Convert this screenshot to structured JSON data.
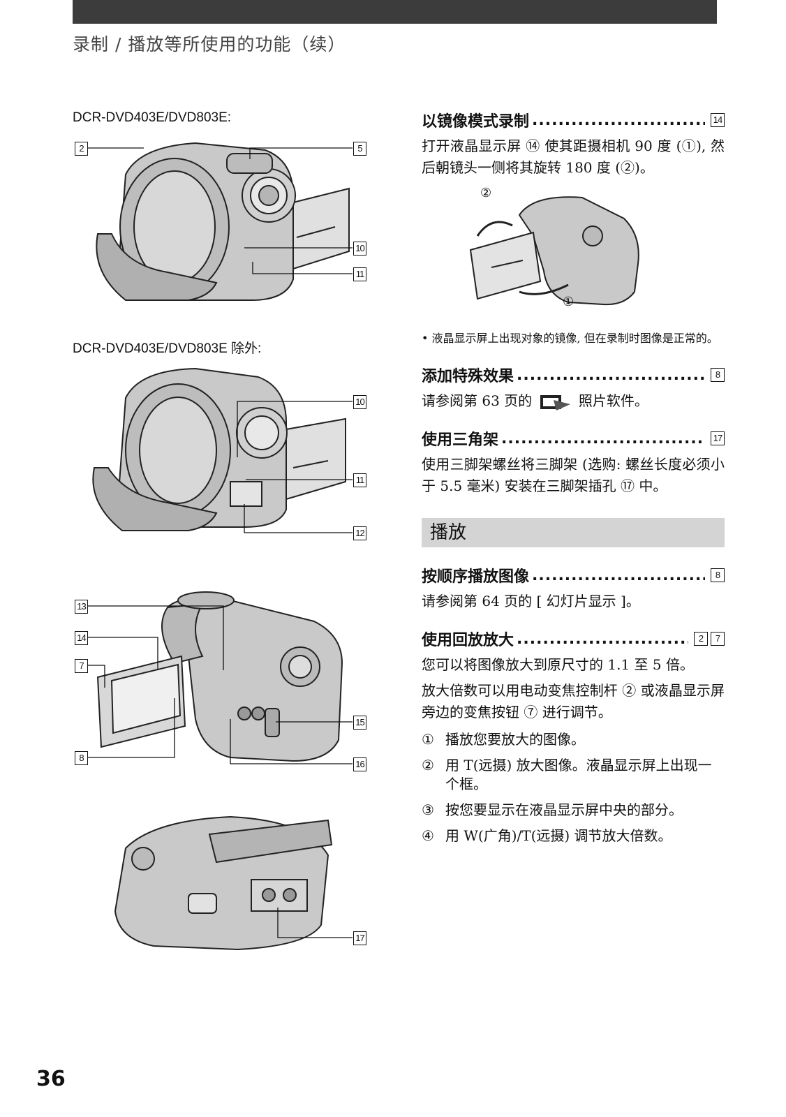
{
  "header": {
    "title": "录制 / 播放等所使用的功能（续）"
  },
  "page_number": "36",
  "left": {
    "model1_label": "DCR-DVD403E/DVD803E:",
    "model2_label": "DCR-DVD403E/DVD803E 除外:",
    "tags": {
      "t2": "2",
      "t5": "5",
      "t10a": "10",
      "t11a": "11",
      "t10b": "10",
      "t11b": "11",
      "t12": "12",
      "t13": "13",
      "t14": "14",
      "t7": "7",
      "t8": "8",
      "t15": "15",
      "t16": "16",
      "t17": "17"
    }
  },
  "right": {
    "mirror": {
      "title": "以镜像模式录制",
      "ref": "14",
      "body": "打开液晶显示屏 ⑭ 使其距摄相机 90 度 (①), 然后朝镜头一侧将其旋转 180 度 (②)。",
      "fig_label1": "②",
      "fig_label2": "①",
      "note": "• 液晶显示屏上出现对象的镜像, 但在录制时图像是正常的。"
    },
    "effects": {
      "title": "添加特殊效果",
      "ref": "8",
      "body_pre": "请参阅第 63 页的",
      "body_post": "照片软件。"
    },
    "tripod": {
      "title": "使用三角架",
      "ref": "17",
      "body": "使用三脚架螺丝将三脚架 (选购: 螺丝长度必须小于 5.5 毫米) 安装在三脚架插孔 ⑰ 中。"
    },
    "playback_band": "播放",
    "sequence": {
      "title": "按顺序播放图像",
      "ref": "8",
      "body": "请参阅第 64 页的 [ 幻灯片显示 ]。"
    },
    "zoom": {
      "title": "使用回放放大",
      "ref": "2",
      "ref2": "7",
      "body1": "您可以将图像放大到原尺寸的 1.1 至 5 倍。",
      "body2": "放大倍数可以用电动变焦控制杆 ② 或液晶显示屏旁边的变焦按钮 ⑦ 进行调节。",
      "steps": [
        {
          "num": "①",
          "text": "播放您要放大的图像。"
        },
        {
          "num": "②",
          "text": "用 T(远摄) 放大图像。液晶显示屏上出现一个框。"
        },
        {
          "num": "③",
          "text": "按您要显示在液晶显示屏中央的部分。"
        },
        {
          "num": "④",
          "text": "用 W(广角)/T(远摄) 调节放大倍数。"
        }
      ]
    }
  }
}
